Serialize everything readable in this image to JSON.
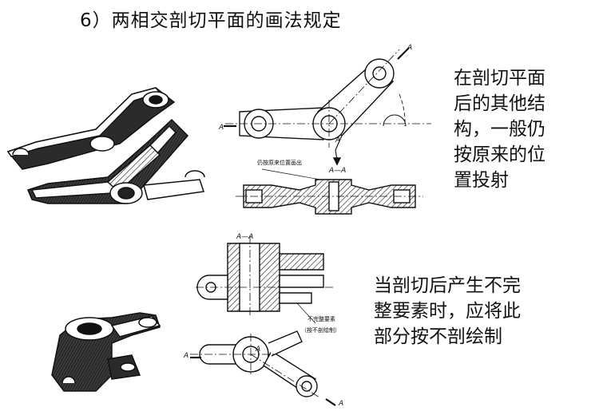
{
  "title": "6）两相交剖切平面的画法规定",
  "paragraph_top": {
    "lines": [
      "在剖切平面",
      "后的其他结",
      "构，一般仍",
      "按原来的位",
      "置投射"
    ]
  },
  "paragraph_bottom": {
    "lines": [
      "当剖切后产生不完",
      "整要素时，应将此",
      "部分按不剖绘制"
    ]
  },
  "drawing_top": {
    "section_label": "A—A",
    "cut_label_a1": "A",
    "cut_label_a2": "A",
    "cut_label_a3": "A",
    "note": "仍按原来位置画出"
  },
  "drawing_bottom": {
    "section_label": "A—A",
    "cut_label_a1": "A",
    "cut_label_a2": "A",
    "cut_label_a3": "A",
    "note_line1": "不完整要素",
    "note_line2": "（按不剖绘制）"
  }
}
